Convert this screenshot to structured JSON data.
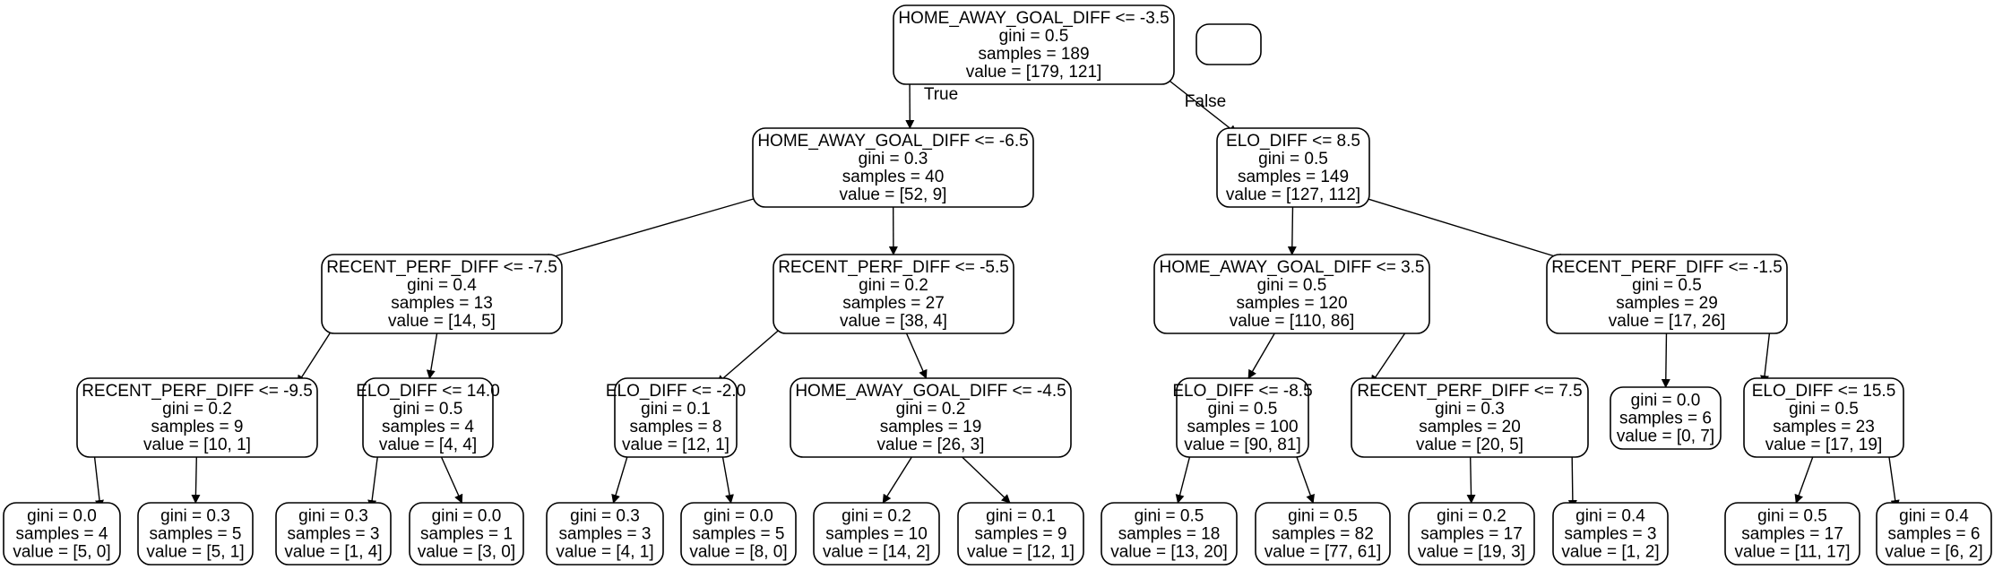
{
  "tree": {
    "nodes": [
      {
        "id": "n0",
        "lines": [
          "HOME_AWAY_GOAL_DIFF <= -3.5",
          "gini = 0.5",
          "samples = 189",
          "value = [179, 121]"
        ]
      },
      {
        "id": "n1",
        "lines": [
          "HOME_AWAY_GOAL_DIFF <= -6.5",
          "gini = 0.3",
          "samples = 40",
          "value = [52, 9]"
        ]
      },
      {
        "id": "n2",
        "lines": [
          "ELO_DIFF <= 8.5",
          "gini = 0.5",
          "samples = 149",
          "value = [127, 112]"
        ]
      },
      {
        "id": "n3",
        "lines": [
          "RECENT_PERF_DIFF <= -7.5",
          "gini = 0.4",
          "samples = 13",
          "value = [14, 5]"
        ]
      },
      {
        "id": "n4",
        "lines": [
          "RECENT_PERF_DIFF <= -5.5",
          "gini = 0.2",
          "samples = 27",
          "value = [38, 4]"
        ]
      },
      {
        "id": "n5",
        "lines": [
          "HOME_AWAY_GOAL_DIFF <= 3.5",
          "gini = 0.5",
          "samples = 120",
          "value = [110, 86]"
        ]
      },
      {
        "id": "n6",
        "lines": [
          "RECENT_PERF_DIFF <= -1.5",
          "gini = 0.5",
          "samples = 29",
          "value = [17, 26]"
        ]
      },
      {
        "id": "n7",
        "lines": [
          "RECENT_PERF_DIFF <= -9.5",
          "gini = 0.2",
          "samples = 9",
          "value = [10, 1]"
        ]
      },
      {
        "id": "n8",
        "lines": [
          "ELO_DIFF <= 14.0",
          "gini = 0.5",
          "samples = 4",
          "value = [4, 4]"
        ]
      },
      {
        "id": "n9",
        "lines": [
          "ELO_DIFF <= -2.0",
          "gini = 0.1",
          "samples = 8",
          "value = [12, 1]"
        ]
      },
      {
        "id": "n10",
        "lines": [
          "HOME_AWAY_GOAL_DIFF <= -4.5",
          "gini = 0.2",
          "samples = 19",
          "value = [26, 3]"
        ]
      },
      {
        "id": "n11",
        "lines": [
          "ELO_DIFF <= -8.5",
          "gini = 0.5",
          "samples = 100",
          "value = [90, 81]"
        ]
      },
      {
        "id": "n12",
        "lines": [
          "RECENT_PERF_DIFF <= 7.5",
          "gini = 0.3",
          "samples = 20",
          "value = [20, 5]"
        ]
      },
      {
        "id": "n13",
        "lines": [
          "gini = 0.0",
          "samples = 6",
          "value = [0, 7]"
        ]
      },
      {
        "id": "n14",
        "lines": [
          "ELO_DIFF <= 15.5",
          "gini = 0.5",
          "samples = 23",
          "value = [17, 19]"
        ]
      },
      {
        "id": "n15",
        "lines": [
          "gini = 0.0",
          "samples = 4",
          "value = [5, 0]"
        ]
      },
      {
        "id": "n16",
        "lines": [
          "gini = 0.3",
          "samples = 5",
          "value = [5, 1]"
        ]
      },
      {
        "id": "n17",
        "lines": [
          "gini = 0.3",
          "samples = 3",
          "value = [1, 4]"
        ]
      },
      {
        "id": "n18",
        "lines": [
          "gini = 0.0",
          "samples = 1",
          "value = [3, 0]"
        ]
      },
      {
        "id": "n19",
        "lines": [
          "gini = 0.3",
          "samples = 3",
          "value = [4, 1]"
        ]
      },
      {
        "id": "n20",
        "lines": [
          "gini = 0.0",
          "samples = 5",
          "value = [8, 0]"
        ]
      },
      {
        "id": "n21",
        "lines": [
          "gini = 0.2",
          "samples = 10",
          "value = [14, 2]"
        ]
      },
      {
        "id": "n22",
        "lines": [
          "gini = 0.1",
          "samples = 9",
          "value = [12, 1]"
        ]
      },
      {
        "id": "n23",
        "lines": [
          "gini = 0.5",
          "samples = 18",
          "value = [13, 20]"
        ]
      },
      {
        "id": "n24",
        "lines": [
          "gini = 0.5",
          "samples = 82",
          "value = [77, 61]"
        ]
      },
      {
        "id": "n25",
        "lines": [
          "gini = 0.2",
          "samples = 17",
          "value = [19, 3]"
        ]
      },
      {
        "id": "n26",
        "lines": [
          "gini = 0.4",
          "samples = 3",
          "value = [1, 2]"
        ]
      },
      {
        "id": "n27",
        "lines": [
          "gini = 0.5",
          "samples = 17",
          "value = [11, 17]"
        ]
      },
      {
        "id": "n28",
        "lines": [
          "gini = 0.4",
          "samples = 6",
          "value = [6, 2]"
        ]
      },
      {
        "id": "nE",
        "lines": []
      }
    ],
    "edges": [
      {
        "from": "n0",
        "to": "n1",
        "label": "True"
      },
      {
        "from": "n0",
        "to": "n2",
        "label": "False"
      },
      {
        "from": "n1",
        "to": "n3",
        "label": ""
      },
      {
        "from": "n1",
        "to": "n4",
        "label": ""
      },
      {
        "from": "n2",
        "to": "n5",
        "label": ""
      },
      {
        "from": "n2",
        "to": "n6",
        "label": ""
      },
      {
        "from": "n3",
        "to": "n7",
        "label": ""
      },
      {
        "from": "n3",
        "to": "n8",
        "label": ""
      },
      {
        "from": "n4",
        "to": "n9",
        "label": ""
      },
      {
        "from": "n4",
        "to": "n10",
        "label": ""
      },
      {
        "from": "n5",
        "to": "n11",
        "label": ""
      },
      {
        "from": "n5",
        "to": "n12",
        "label": ""
      },
      {
        "from": "n6",
        "to": "n13",
        "label": ""
      },
      {
        "from": "n6",
        "to": "n14",
        "label": ""
      },
      {
        "from": "n7",
        "to": "n15",
        "label": ""
      },
      {
        "from": "n7",
        "to": "n16",
        "label": ""
      },
      {
        "from": "n8",
        "to": "n17",
        "label": ""
      },
      {
        "from": "n8",
        "to": "n18",
        "label": ""
      },
      {
        "from": "n9",
        "to": "n19",
        "label": ""
      },
      {
        "from": "n9",
        "to": "n20",
        "label": ""
      },
      {
        "from": "n10",
        "to": "n21",
        "label": ""
      },
      {
        "from": "n10",
        "to": "n22",
        "label": ""
      },
      {
        "from": "n11",
        "to": "n23",
        "label": ""
      },
      {
        "from": "n11",
        "to": "n24",
        "label": ""
      },
      {
        "from": "n12",
        "to": "n25",
        "label": ""
      },
      {
        "from": "n12",
        "to": "n26",
        "label": ""
      },
      {
        "from": "n14",
        "to": "n27",
        "label": ""
      },
      {
        "from": "n14",
        "to": "n28",
        "label": ""
      }
    ]
  },
  "colors": {
    "stroke": "#000000",
    "fill": "#ffffff",
    "text": "#000000"
  }
}
